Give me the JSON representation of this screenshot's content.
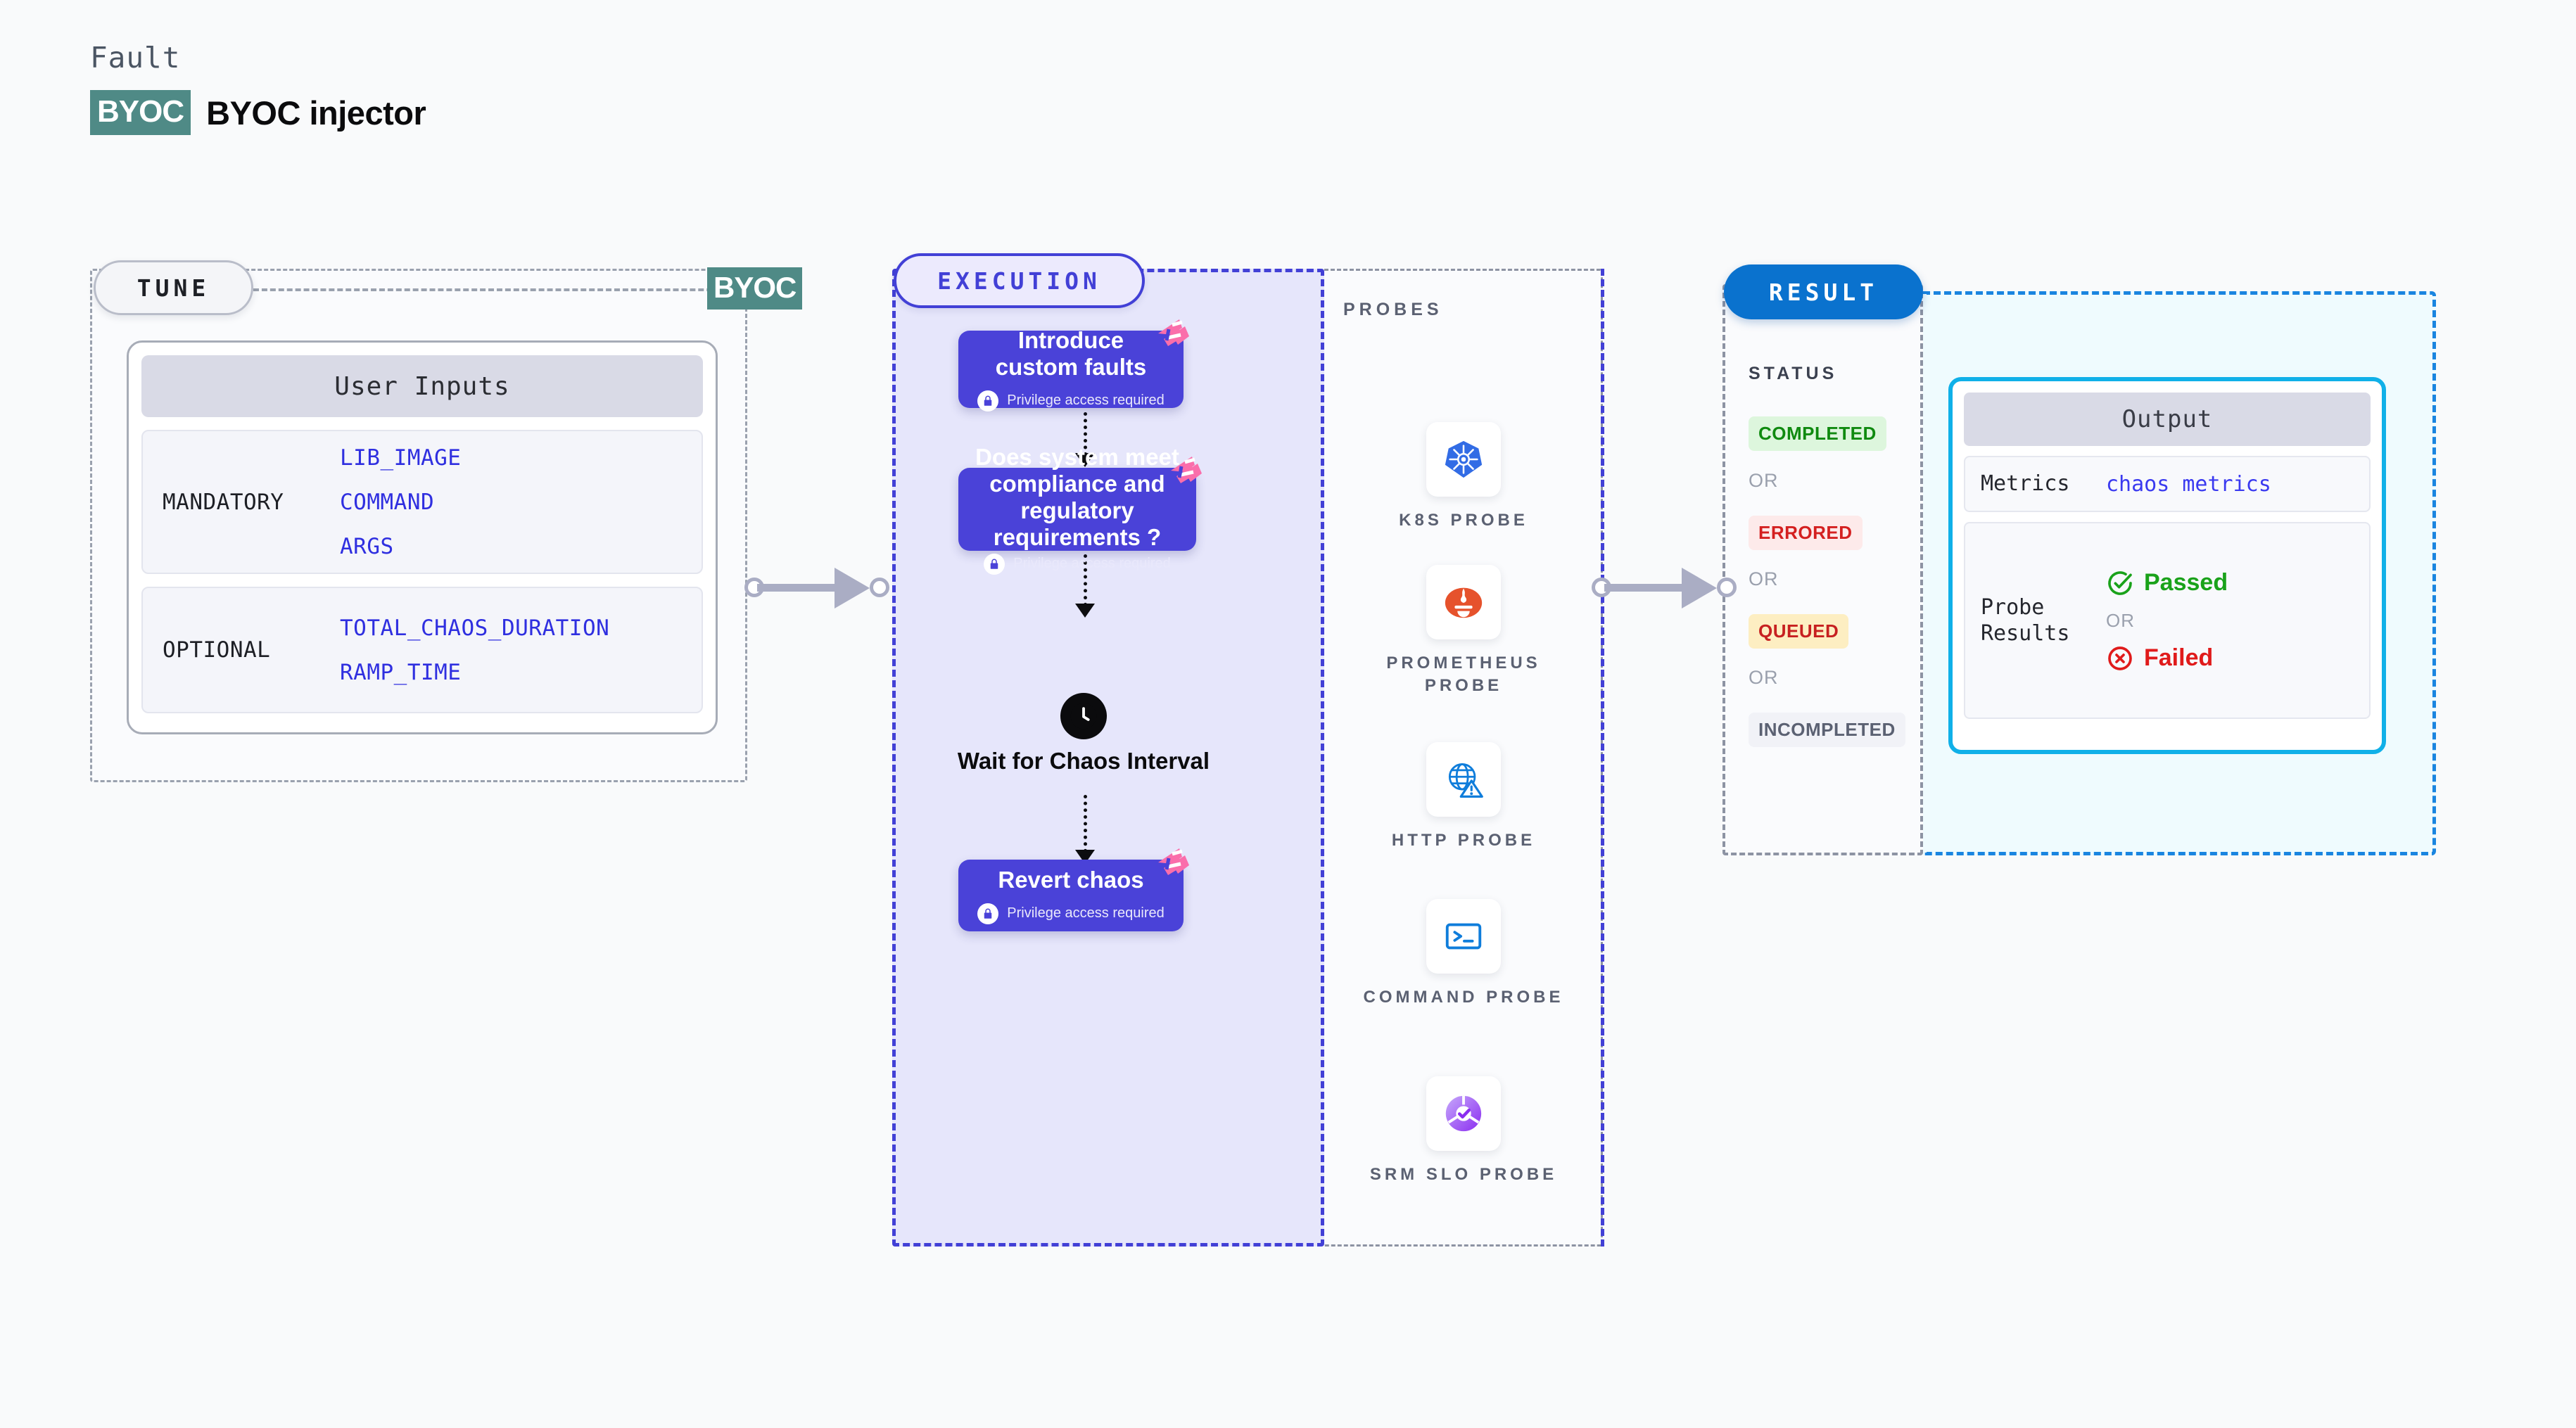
{
  "header": {
    "eyebrow": "Fault",
    "logo_badge": "BYOC",
    "title": "BYOC injector"
  },
  "tune": {
    "pill_label": "TUNE",
    "corner_badge": "BYOC",
    "card_header": "User Inputs",
    "groups": [
      {
        "label": "MANDATORY",
        "values": [
          "LIB_IMAGE",
          "COMMAND",
          "ARGS"
        ]
      },
      {
        "label": "OPTIONAL",
        "values": [
          "TOTAL_CHAOS_DURATION",
          "RAMP_TIME"
        ]
      }
    ]
  },
  "execution": {
    "pill_label": "EXECUTION",
    "privilege_note": "Privilege access required",
    "nodes": [
      {
        "title": "Introduce custom faults",
        "privileged": true
      },
      {
        "title": "Does system meet compliance and regulatory requirements ?",
        "privileged": true
      },
      {
        "title": "Revert chaos",
        "privileged": true
      }
    ],
    "wait_label": "Wait for Chaos Interval"
  },
  "probes": {
    "title": "PROBES",
    "items": [
      {
        "label": "K8S PROBE",
        "icon": "kubernetes-icon"
      },
      {
        "label": "PROMETHEUS PROBE",
        "icon": "prometheus-icon"
      },
      {
        "label": "HTTP PROBE",
        "icon": "http-globe-warning-icon"
      },
      {
        "label": "COMMAND PROBE",
        "icon": "terminal-icon"
      },
      {
        "label": "SRM SLO PROBE",
        "icon": "srm-slo-icon"
      }
    ]
  },
  "result": {
    "pill_label": "RESULT",
    "status_title": "STATUS",
    "or_label": "OR",
    "statuses": [
      {
        "label": "COMPLETED",
        "bg": "#ddf6dd",
        "fg": "#108a10"
      },
      {
        "label": "ERRORED",
        "bg": "#fdeaea",
        "fg": "#d42020"
      },
      {
        "label": "QUEUED",
        "bg": "#fdeec2",
        "fg": "#c72020"
      },
      {
        "label": "INCOMPLETED",
        "bg": "#f1f2f7",
        "fg": "#5b6172"
      }
    ],
    "output": {
      "header": "Output",
      "metrics_key": "Metrics",
      "metrics_value": "chaos metrics",
      "probe_results_key": "Probe Results",
      "passed_label": "Passed",
      "failed_label": "Failed",
      "or_label": "OR"
    }
  },
  "colors": {
    "execution_accent": "#4240d6",
    "node_fill": "#4a42d8",
    "result_accent": "#0a72ce",
    "output_accent": "#10b0e8",
    "byoc_green": "#4f8a86",
    "harness_pink": "#fa6eab",
    "arrow_gray": "#aaadc4"
  }
}
